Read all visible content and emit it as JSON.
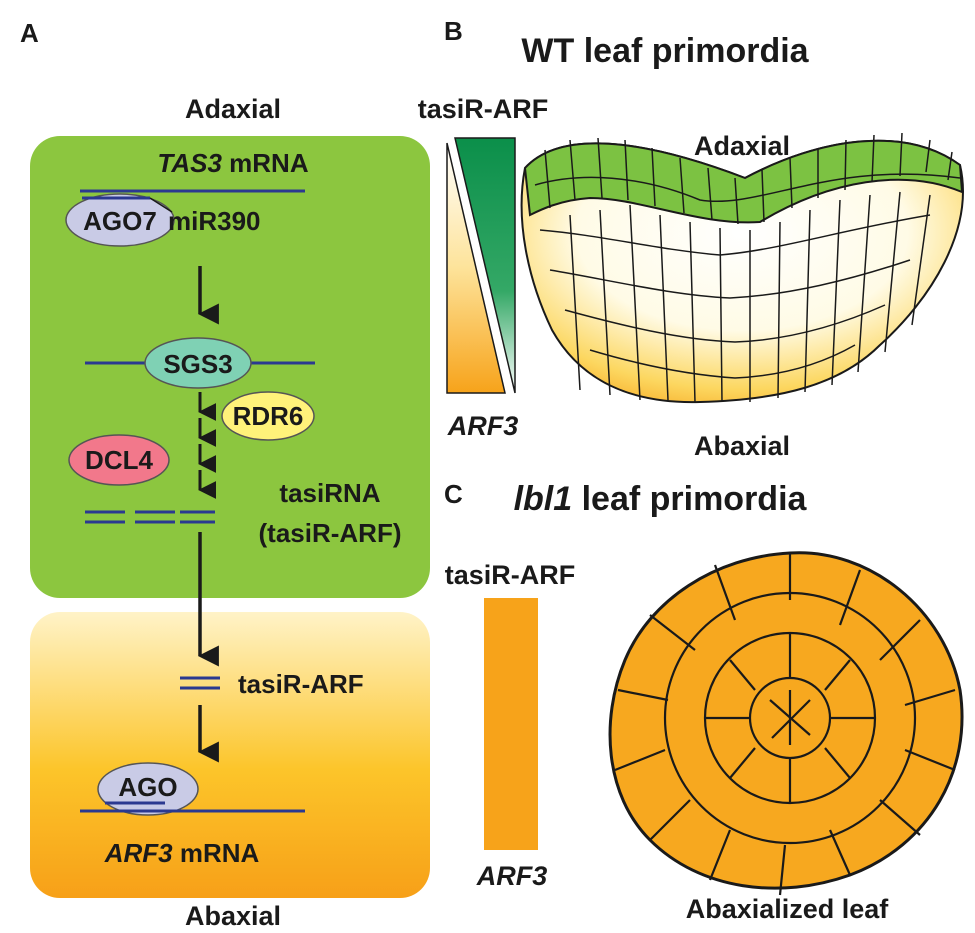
{
  "panels": {
    "a": {
      "letter": "A",
      "top_label": "Adaxial",
      "bottom_label": "Abaxial",
      "tas3": {
        "gene": "TAS3",
        "suffix": " mRNA"
      },
      "ago7": "AGO7",
      "mir390": "miR390",
      "sgs3": "SGS3",
      "rdr6": "RDR6",
      "dcl4": "DCL4",
      "tasirna_line1": "tasiRNA",
      "tasirna_line2": "(tasiR-ARF)",
      "tasir_arf": "tasiR-ARF",
      "ago": "AGO",
      "arf3": {
        "gene": "ARF3",
        "suffix": " mRNA"
      }
    },
    "b": {
      "letter": "B",
      "title": "WT leaf primordia",
      "gradient_top": "tasiR-ARF",
      "gradient_bottom": "ARF3",
      "adaxial": "Adaxial",
      "abaxial": "Abaxial"
    },
    "c": {
      "letter": "C",
      "title_gene": "lbl1",
      "title_rest": " leaf primordia",
      "bar_top": "tasiR-ARF",
      "bar_bottom": "ARF3",
      "caption": "Abaxialized leaf"
    }
  },
  "colors": {
    "green_box": "#8cc63f",
    "orange": "#f7a31a",
    "dark_green": "#0b8f4a",
    "leaf_green": "#7cc242",
    "rna_line": "#2b3990",
    "ago": "#c9cbe6",
    "sgs3": "#7fd1b4",
    "rdr6": "#fff27a",
    "dcl4": "#f2788b"
  }
}
